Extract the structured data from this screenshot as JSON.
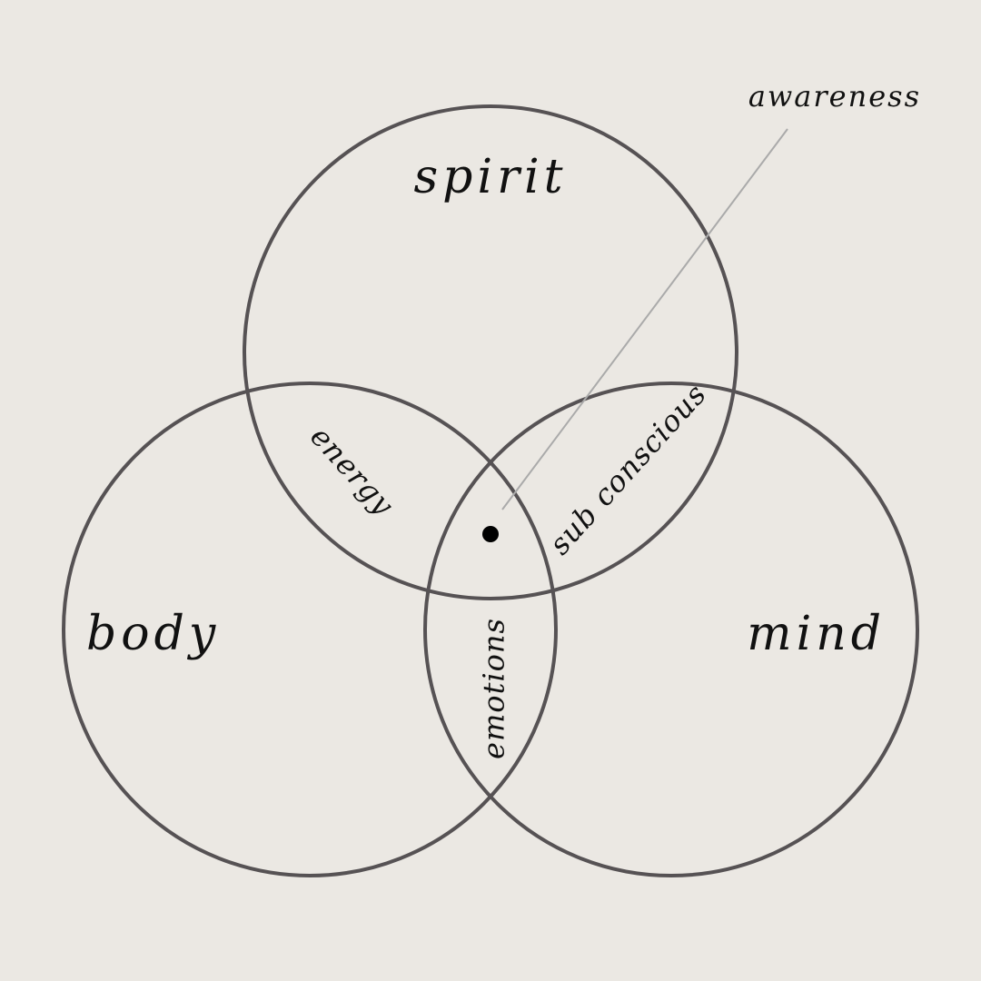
{
  "labels": {
    "spirit": "spirit",
    "body": "body",
    "mind": "mind",
    "energy": "energy",
    "sub_conscious": "sub conscious",
    "emotions": "emotions",
    "awareness": "awareness"
  },
  "colors": {
    "background": "#ebe8e3",
    "circle_stroke": "#565254",
    "text": "#111111",
    "leader_line": "#aaaaaa",
    "center_dot": "#000000"
  }
}
